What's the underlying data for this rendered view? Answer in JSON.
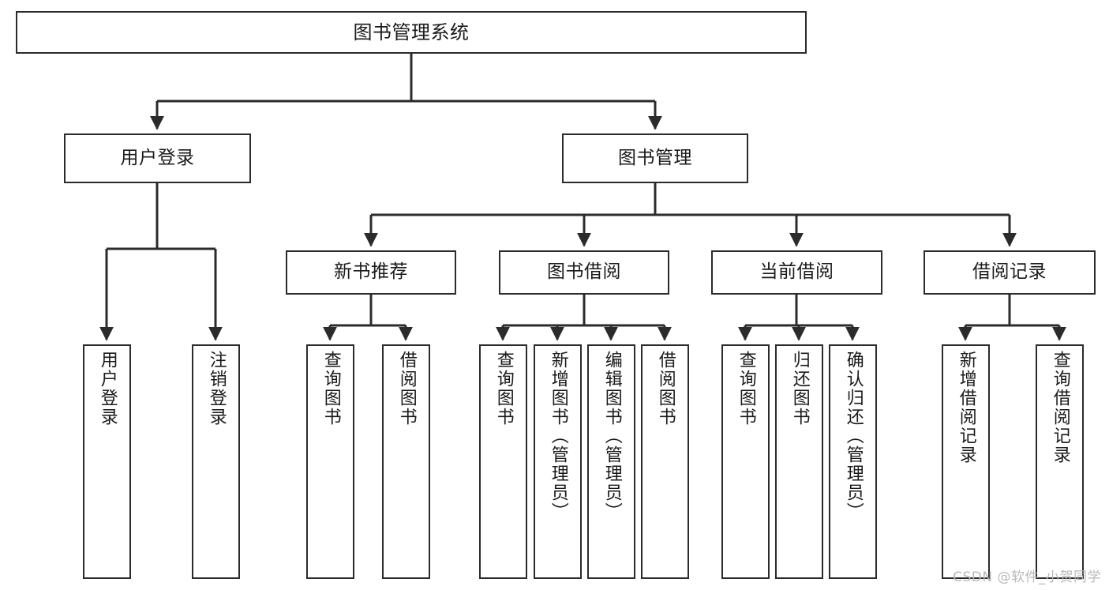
{
  "diagram": {
    "title": "图书管理系统",
    "type": "tree-hierarchy-chart",
    "colors": {
      "box_border": "#2b2b2b",
      "box_fill": "#ffffff",
      "edge": "#2b2b2b",
      "text": "#1a1a1a",
      "watermark": "#b9b9b9",
      "background": "#ffffff"
    },
    "root": {
      "label": "图书管理系统"
    },
    "level2": [
      {
        "label": "用户登录"
      },
      {
        "label": "图书管理"
      }
    ],
    "level3": [
      {
        "label": "新书推荐"
      },
      {
        "label": "图书借阅"
      },
      {
        "label": "当前借阅"
      },
      {
        "label": "借阅记录"
      }
    ],
    "leaves": {
      "user_login": [
        {
          "label": "用户登录"
        },
        {
          "label": "注销登录"
        }
      ],
      "new_book": [
        {
          "label": "查询图书"
        },
        {
          "label": "借阅图书"
        }
      ],
      "book_borrow": [
        {
          "label": "查询图书"
        },
        {
          "label": "新增图书（管理员）"
        },
        {
          "label": "编辑图书（管理员）"
        },
        {
          "label": "借阅图书"
        }
      ],
      "current_borrow": [
        {
          "label": "查询图书"
        },
        {
          "label": "归还图书"
        },
        {
          "label": "确认归还（管理员）"
        }
      ],
      "borrow_record": [
        {
          "label": "新增借阅记录"
        },
        {
          "label": "查询借阅记录"
        }
      ]
    }
  },
  "watermark": {
    "text": "CSDN @软件_小贺同学"
  }
}
